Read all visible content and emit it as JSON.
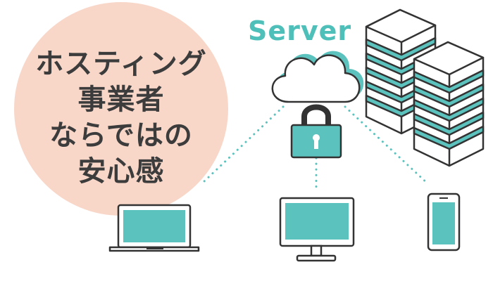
{
  "headline": {
    "line1": "ホスティング",
    "line2": "事業者",
    "line3": "ならではの",
    "line4": "安心感"
  },
  "server_label": "Server",
  "colors": {
    "teal": "#5bc2bd",
    "teal_text": "#4fbfb9",
    "outline": "#333333",
    "peach": "#f8d7c9",
    "headline_text": "#3c3c3c"
  },
  "icons": [
    "cloud-icon",
    "padlock-icon",
    "server-rack-icon",
    "laptop-icon",
    "desktop-monitor-icon",
    "smartphone-icon"
  ]
}
